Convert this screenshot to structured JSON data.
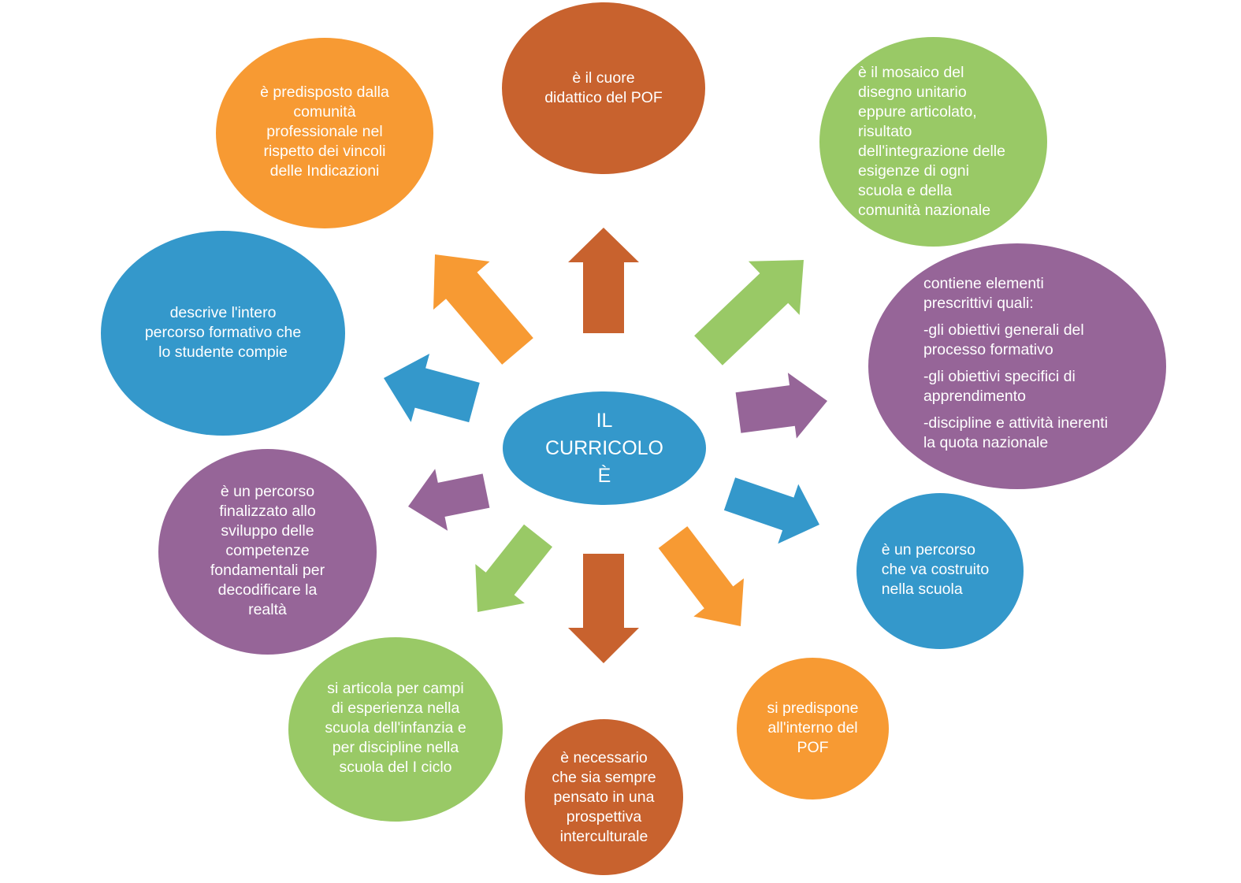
{
  "colors": {
    "orange_dark": "#C8622E",
    "orange": "#F79A33",
    "green": "#99C966",
    "purple": "#966598",
    "blue": "#3498CB"
  },
  "center": {
    "text": "IL\nCURRICOLO\nÈ"
  },
  "nodes": {
    "top": "è il cuore\ndidattico del POF",
    "top_left": "è predisposto dalla\ncomunità\nprofessionale nel\nrispetto dei vincoli\ndelle Indicazioni",
    "top_right": "è il mosaico del\ndisegno unitario\neppure articolato,\nrisultato\ndell'integrazione delle\nesigenze di ogni\nscuola e della\ncomunità nazionale",
    "left": "descrive l'intero\npercorso formativo che\nlo studente compie",
    "right": {
      "intro": "contiene elementi\nprescrittivi quali:",
      "item1": "-gli obiettivi generali del\nprocesso formativo",
      "item2": " -gli obiettivi specifici di\napprendimento",
      "item3": " -discipline e attività inerenti\nla quota nazionale"
    },
    "lower_left": "è un percorso\nfinalizzato allo\nsviluppo delle\ncompetenze\nfondamentali per\ndecodificare la\nrealtà",
    "lower_right": "è un percorso\nche va costruito\nnella scuola",
    "bottom_left": "si articola per campi\ndi esperienza nella\nscuola dell'infanzia e\nper discipline nella\nscuola del I ciclo",
    "bottom": "è necessario\nche sia sempre\npensato in una\nprospettiva\ninterculturale",
    "bottom_right": "si predispone\nall'interno del\nPOF"
  }
}
